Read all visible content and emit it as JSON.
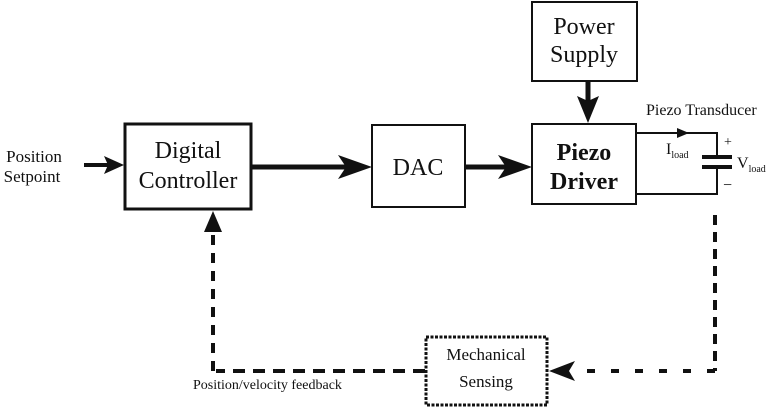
{
  "diagram": {
    "type": "block-diagram",
    "title": "Piezo position control loop",
    "input": {
      "line1": "Position",
      "line2": "Setpoint"
    },
    "blocks": {
      "controller": {
        "line1": "Digital",
        "line2": "Controller"
      },
      "dac": {
        "label": "DAC"
      },
      "power": {
        "line1": "Power",
        "line2": "Supply"
      },
      "driver": {
        "line1": "Piezo",
        "line2": "Driver"
      },
      "sensing": {
        "line1": "Mechanical",
        "line2": "Sensing"
      }
    },
    "transducer": {
      "title": "Piezo Transducer",
      "current_main": "I",
      "current_sub": "load",
      "voltage_main": "V",
      "voltage_sub": "load",
      "plus": "+",
      "minus": "−"
    },
    "feedback_label": "Position/velocity feedback",
    "colors": {
      "ink": "#111111",
      "background": "#ffffff"
    }
  }
}
